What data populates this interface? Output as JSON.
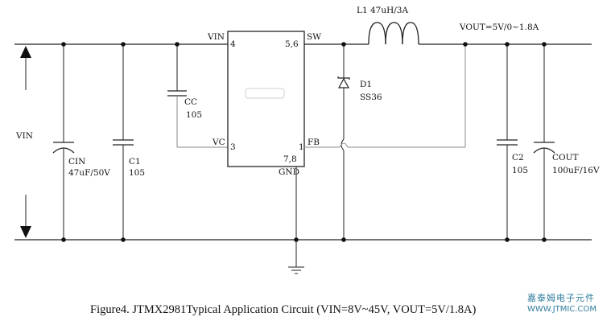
{
  "labels": {
    "vin_side": "VIN",
    "ic_vin": "VIN",
    "ic_pin4": "4",
    "ic_sw": "SW",
    "ic_pin56": "5,6",
    "ic_vc": "VC",
    "ic_pin3": "3",
    "ic_pin1": "1",
    "ic_fb": "FB",
    "ic_pin78": "7,8",
    "ic_gnd": "GND",
    "l1": "L1 47uH/3A",
    "vout": "VOUT=5V/0~1.8A",
    "d1_name": "D1",
    "d1_part": "SS36",
    "cc_name": "CC",
    "cc_val": "105",
    "cin_name": "CIN",
    "cin_val": "47uF/50V",
    "c1_name": "C1",
    "c1_val": "105",
    "c2_name": "C2",
    "c2_val": "105",
    "cout_name": "COUT",
    "cout_val": "100uF/16V"
  },
  "caption": "Figure4. JTMX2981Typical Application Circuit (VIN=8V~45V, VOUT=5V/1.8A)",
  "watermark": {
    "line1": "嘉泰姆电子元件",
    "line2": "WWW.JTMIC.COM"
  },
  "colors": {
    "wire": "#222222",
    "grey_wire": "#8a8a8a",
    "watermark": "#2f7d9c"
  }
}
